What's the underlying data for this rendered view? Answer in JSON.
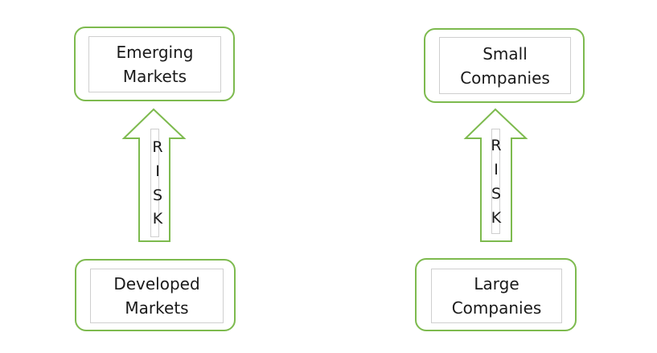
{
  "diagrams": [
    {
      "top_box": {
        "lines": [
          "Emerging",
          "Markets"
        ]
      },
      "bottom_box": {
        "lines": [
          "Developed",
          "Markets"
        ]
      },
      "arrow_letters": [
        "R",
        "I",
        "S",
        "K"
      ]
    },
    {
      "top_box": {
        "lines": [
          "Small",
          "Companies"
        ]
      },
      "bottom_box": {
        "lines": [
          "Large",
          "Companies"
        ]
      },
      "arrow_letters": [
        "R",
        "I",
        "S",
        "K"
      ]
    }
  ],
  "colors": {
    "box_border": "#7dba4e",
    "arrow_stroke": "#7dba4e",
    "inner_border": "#cfcfcf",
    "text": "#1a1a1a"
  }
}
